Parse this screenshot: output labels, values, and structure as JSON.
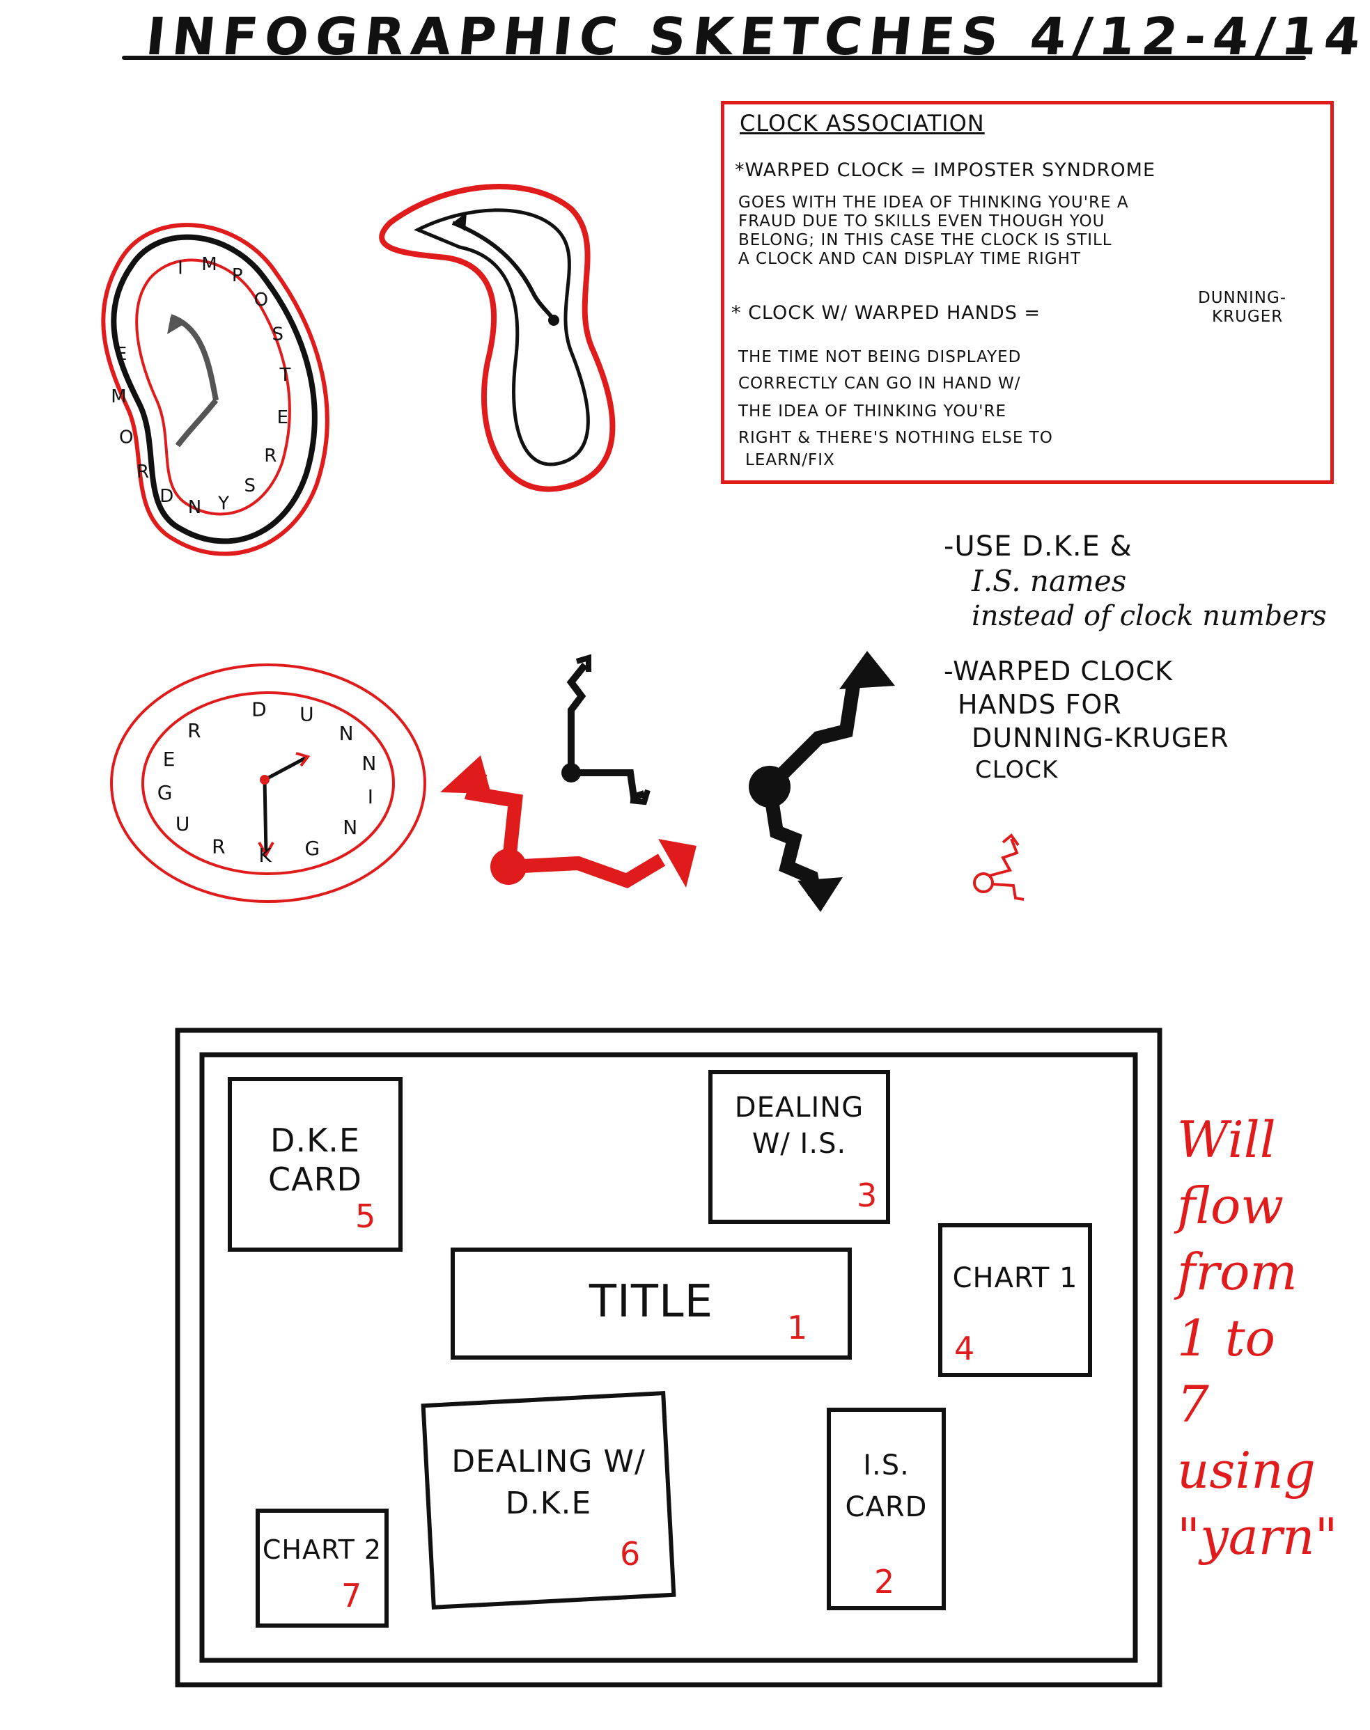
{
  "title": "INFOGRAPHIC SKETCHES 4/12-4/14",
  "association": {
    "heading": "CLOCK ASSOCIATION",
    "item1_title": "*WARPED CLOCK = IMPOSTER SYNDROME",
    "item1_lines": [
      "GOES WITH THE IDEA OF THINKING YOU'RE A",
      "FRAUD DUE TO SKILLS EVEN THOUGH YOU",
      "BELONG; IN THIS CASE THE CLOCK IS STILL",
      "A CLOCK AND CAN DISPLAY TIME RIGHT"
    ],
    "item2_title": "* CLOCK W/ WARPED HANDS =",
    "item2_title_end": [
      "DUNNING-",
      "KRUGER"
    ],
    "item2_lines": [
      "THE TIME NOT BEING DISPLAYED",
      "CORRECTLY CAN GO IN HAND W/",
      "THE IDEA OF THINKING YOU'RE",
      "RIGHT & THERE'S NOTHING ELSE TO",
      "LEARN/FIX"
    ]
  },
  "side_notes": {
    "note1": [
      "-USE D.K.E &",
      "I.S. names",
      "instead of clock numbers"
    ],
    "note2": [
      "-WARPED CLOCK",
      "HANDS FOR",
      "DUNNING-KRUGER",
      "CLOCK"
    ]
  },
  "warped_clock_letters": [
    "I",
    "M",
    "P",
    "O",
    "S",
    "T",
    "E",
    "R",
    "S",
    "Y",
    "N",
    "D",
    "R",
    "O",
    "M",
    "E"
  ],
  "round_clock_letters": [
    "D",
    "U",
    "N",
    "N",
    "I",
    "N",
    "G",
    "K",
    "R",
    "U",
    "G",
    "E",
    "R"
  ],
  "layout_cards": [
    {
      "label": "D.K.E CARD",
      "number": "5"
    },
    {
      "label": "DEALING W/ I.S.",
      "number": "3"
    },
    {
      "label": "TITLE",
      "number": "1"
    },
    {
      "label": "CHART 1",
      "number": "4"
    },
    {
      "label": "DEALING W/ D.K.E",
      "number": "6"
    },
    {
      "label": "I.S. CARD",
      "number": "2"
    },
    {
      "label": "CHART 2",
      "number": "7"
    }
  ],
  "flow_note": [
    "Will",
    "flow",
    "from",
    "1 to",
    "7",
    "using",
    "\"yarn\""
  ],
  "colors": {
    "ink": "#111111",
    "accent": "#e01b1b"
  }
}
